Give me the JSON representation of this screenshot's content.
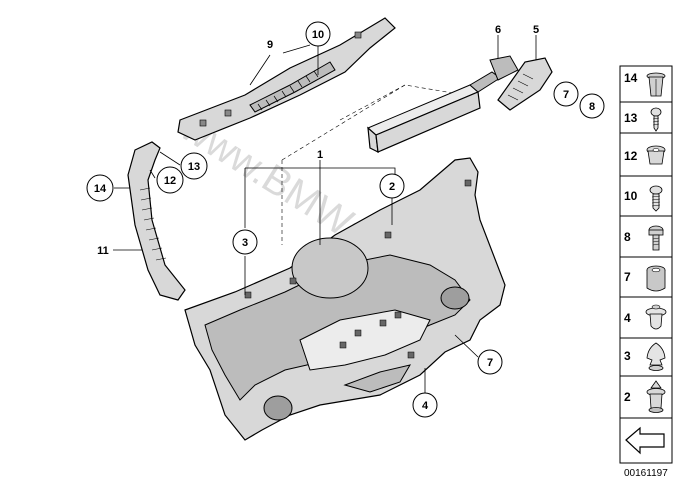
{
  "diagram": {
    "watermark": "www.BMWstore.nl",
    "diagram_id": "00161197",
    "callouts": [
      {
        "id": "c1",
        "label": "1"
      },
      {
        "id": "c2",
        "label": "2"
      },
      {
        "id": "c3",
        "label": "3"
      },
      {
        "id": "c4",
        "label": "4"
      },
      {
        "id": "c5",
        "label": "5"
      },
      {
        "id": "c6",
        "label": "6"
      },
      {
        "id": "c7a",
        "label": "7"
      },
      {
        "id": "c7b",
        "label": "7"
      },
      {
        "id": "c8",
        "label": "8"
      },
      {
        "id": "c9",
        "label": "9"
      },
      {
        "id": "c10",
        "label": "10"
      },
      {
        "id": "c11",
        "label": "11"
      },
      {
        "id": "c12",
        "label": "12"
      },
      {
        "id": "c13",
        "label": "13"
      },
      {
        "id": "c14",
        "label": "14"
      }
    ],
    "legend": [
      {
        "label": "14",
        "icon": "expanding-rivet-icon"
      },
      {
        "label": "13",
        "icon": "screw-icon"
      },
      {
        "label": "12",
        "icon": "nut-icon"
      },
      {
        "label": "10",
        "icon": "screw-icon"
      },
      {
        "label": "8",
        "icon": "torx-bolt-icon"
      },
      {
        "label": "7",
        "icon": "grommet-icon"
      },
      {
        "label": "4",
        "icon": "clip-icon"
      },
      {
        "label": "3",
        "icon": "fir-tree-clip-icon"
      },
      {
        "label": "2",
        "icon": "push-clip-icon"
      }
    ]
  }
}
